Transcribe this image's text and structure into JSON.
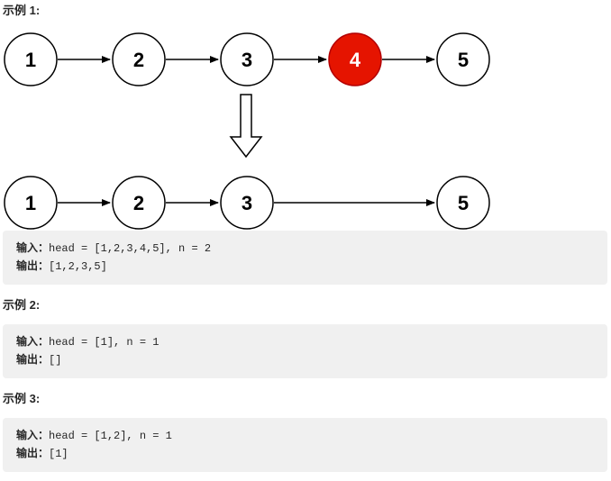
{
  "examples": [
    {
      "title": "示例 1:",
      "input_label": "输入：",
      "input_value": "head = [1,2,3,4,5], n = 2",
      "output_label": "输出：",
      "output_value": "[1,2,3,5]"
    },
    {
      "title": "示例 2:",
      "input_label": "输入：",
      "input_value": "head = [1], n = 1",
      "output_label": "输出：",
      "output_value": "[]"
    },
    {
      "title": "示例 3:",
      "input_label": "输入：",
      "input_value": "head = [1,2], n = 1",
      "output_label": "输出：",
      "output_value": "[1]"
    }
  ],
  "diagram": {
    "before": {
      "nodes": [
        "1",
        "2",
        "3",
        "4",
        "5"
      ],
      "removed_index": 3
    },
    "after": {
      "nodes": [
        "1",
        "2",
        "3",
        "5"
      ]
    },
    "colors": {
      "node_fill": "#ffffff",
      "node_stroke": "#000000",
      "removed_fill": "#e51400",
      "removed_stroke": "#b20000",
      "removed_text": "#ffffff",
      "code_bg": "#f0f0f0"
    }
  }
}
